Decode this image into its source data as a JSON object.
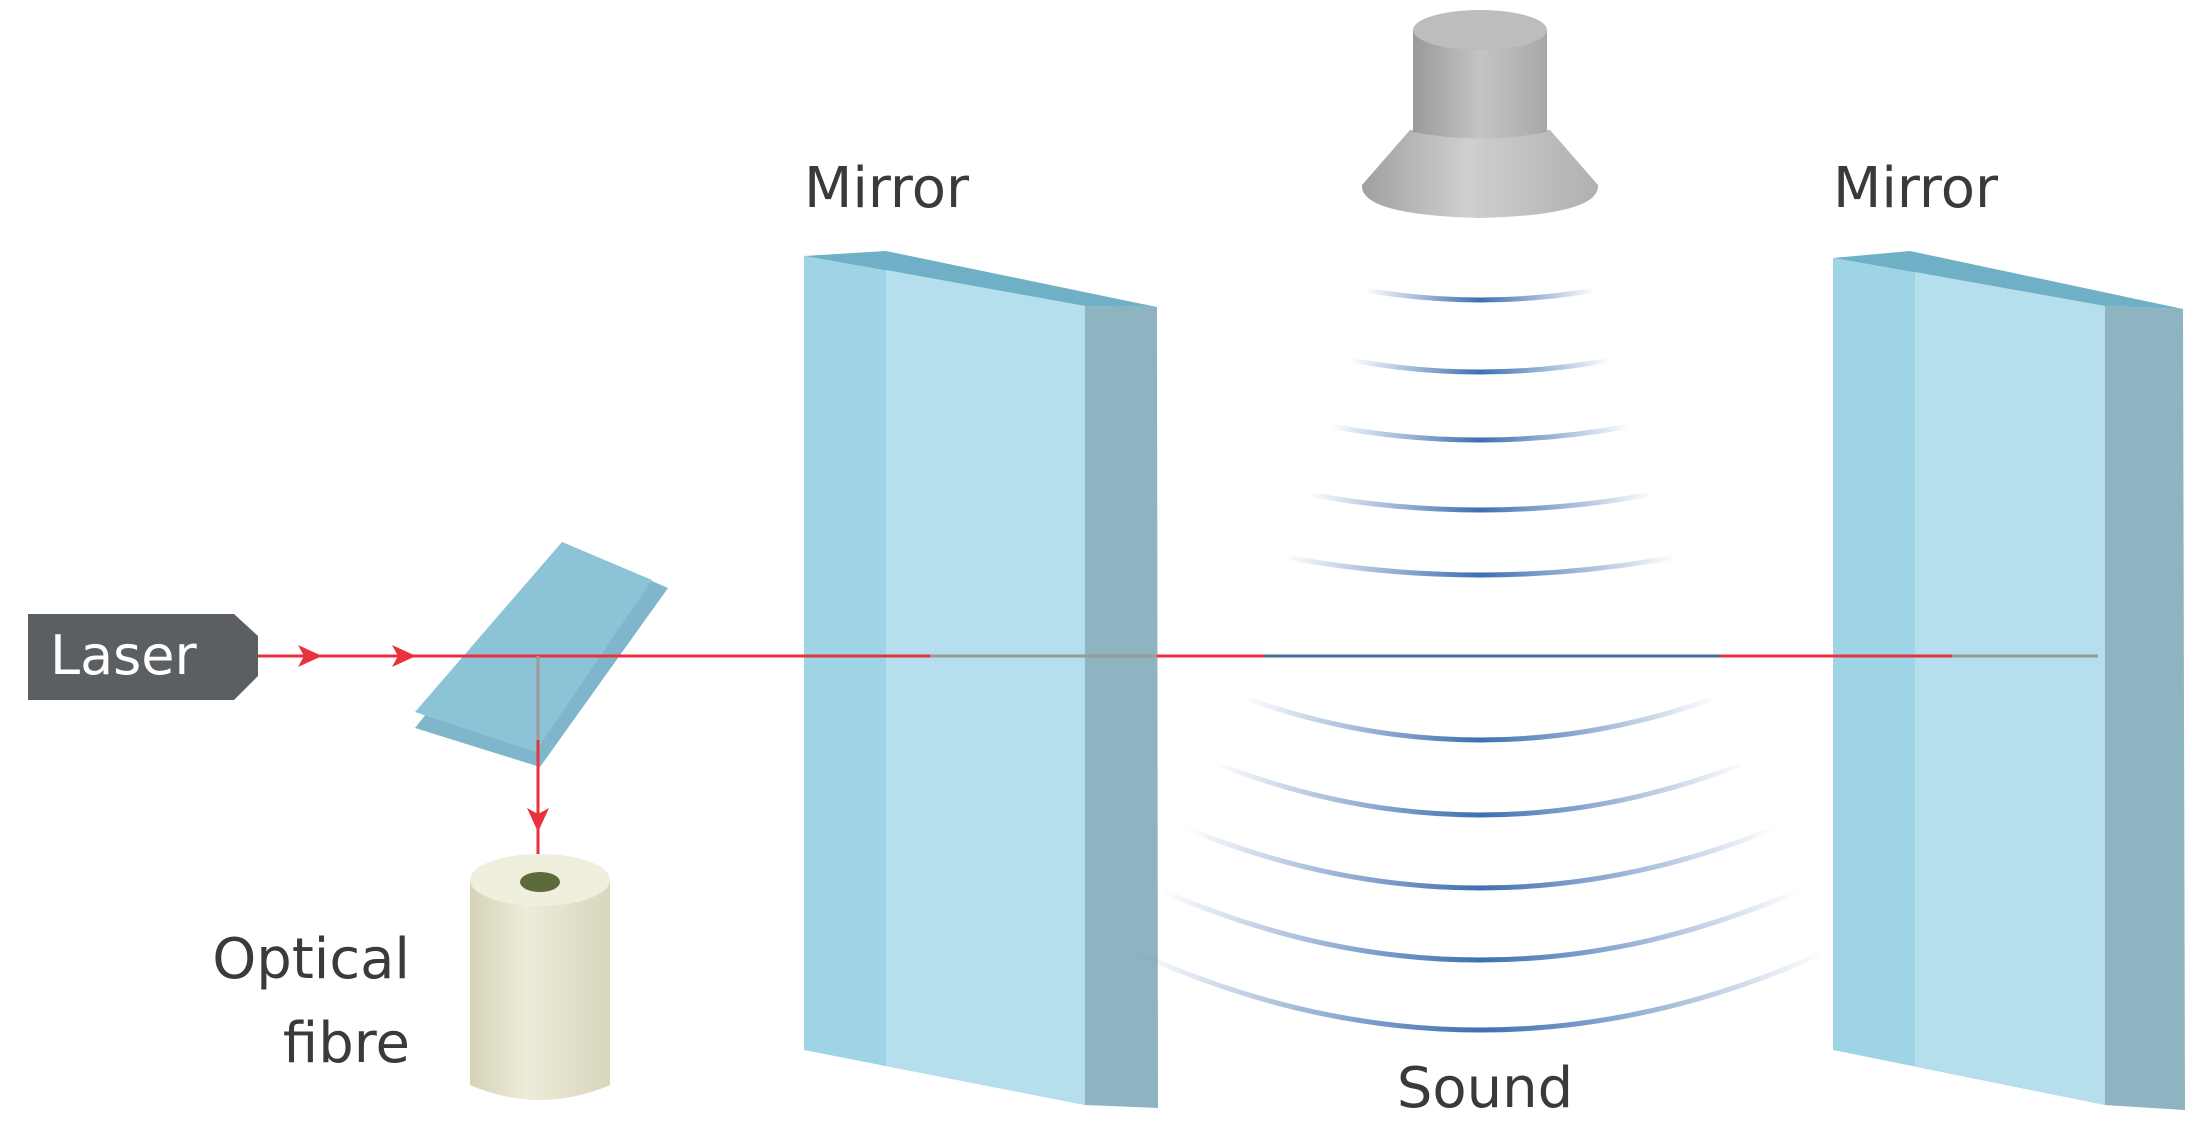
{
  "labels": {
    "laser": "Laser",
    "mirror_left": "Mirror",
    "mirror_right": "Mirror",
    "optical_fibre_line1": "Optical",
    "optical_fibre_line2": "fibre",
    "sound": "Sound"
  },
  "colors": {
    "beam_red": "#e8323c",
    "beam_grey": "#8c8c8c",
    "beam_blue": "#4a6e9c",
    "mirror_front": "#9fd4e6",
    "mirror_front_light": "#b5dfed",
    "mirror_side": "#8eb4c2",
    "mirror_top": "#7ab8cc",
    "laser_body": "#5c5f62",
    "speaker": "#b8b8b8",
    "fibre": "#e6e4cf",
    "wave_blue": "#3e6fb0",
    "text": "#3a3a3a"
  },
  "sound_waves": {
    "upper_count": 5,
    "lower_count": 5
  }
}
